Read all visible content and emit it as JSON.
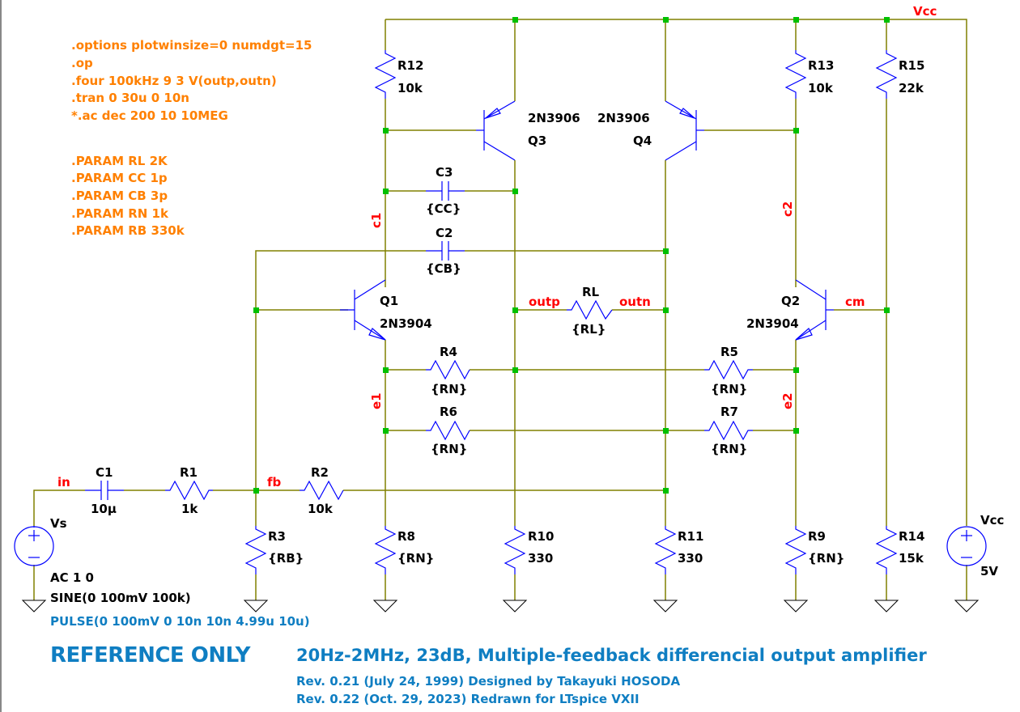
{
  "directives": [
    ".options plotwinsize=0 numdgt=15",
    ".op",
    ".four 100kHz 9 3 V(outp,outn)",
    ".tran 0 30u 0 10n",
    "*.ac dec 200 10 10MEG",
    ".PARAM RL 2K",
    ".PARAM CC 1p",
    ".PARAM CB 3p",
    ".PARAM RN 1k",
    ".PARAM RB 330k"
  ],
  "nets": {
    "vcc": "Vcc",
    "c1": "c1",
    "c2": "c2",
    "e1": "e1",
    "e2": "e2",
    "outp": "outp",
    "outn": "outn",
    "cm": "cm",
    "in": "in",
    "fb": "fb"
  },
  "components": {
    "R12": {
      "name": "R12",
      "value": "10k"
    },
    "R13": {
      "name": "R13",
      "value": "10k"
    },
    "R15": {
      "name": "R15",
      "value": "22k"
    },
    "Q3": {
      "name": "Q3",
      "model": "2N3906"
    },
    "Q4": {
      "name": "Q4",
      "model": "2N3906"
    },
    "C3": {
      "name": "C3",
      "value": "{CC}"
    },
    "C2": {
      "name": "C2",
      "value": "{CB}"
    },
    "Q1": {
      "name": "Q1",
      "model": "2N3904"
    },
    "Q2": {
      "name": "Q2",
      "model": "2N3904"
    },
    "RL": {
      "name": "RL",
      "value": "{RL}"
    },
    "R4": {
      "name": "R4",
      "value": "{RN}"
    },
    "R5": {
      "name": "R5",
      "value": "{RN}"
    },
    "R6": {
      "name": "R6",
      "value": "{RN}"
    },
    "R7": {
      "name": "R7",
      "value": "{RN}"
    },
    "C1": {
      "name": "C1",
      "value": "10µ"
    },
    "R1": {
      "name": "R1",
      "value": "1k"
    },
    "R2": {
      "name": "R2",
      "value": "10k"
    },
    "R3": {
      "name": "R3",
      "value": "{RB}"
    },
    "R8": {
      "name": "R8",
      "value": "{RN}"
    },
    "R10": {
      "name": "R10",
      "value": "330"
    },
    "R11": {
      "name": "R11",
      "value": "330"
    },
    "R9": {
      "name": "R9",
      "value": "{RN}"
    },
    "R14": {
      "name": "R14",
      "value": "15k"
    },
    "Vs": {
      "name": "Vs",
      "line1": "AC 1 0",
      "line2": "SINE(0 100mV 100k)",
      "line3": "PULSE(0 100mV 0 10n 10n 4.99u 10u)"
    },
    "Vcc": {
      "name": "Vcc",
      "value": "5V"
    }
  },
  "footer": {
    "stamp": "REFERENCE ONLY",
    "title": "20Hz-2MHz, 23dB, Multiple-feedback differencial output amplifier",
    "rev1": "Rev. 0.21 (July 24, 1999) Designed by Takayuki HOSODA",
    "rev2": "Rev. 0.22 (Oct. 29, 2023) Redrawn for LTspice VXII"
  },
  "colors": {
    "wire": "#808000",
    "component": "#0000ff",
    "junction": "#00c000",
    "net_label": "#ff0000",
    "directive": "#ff8000",
    "comment": "#0f7ec2"
  }
}
